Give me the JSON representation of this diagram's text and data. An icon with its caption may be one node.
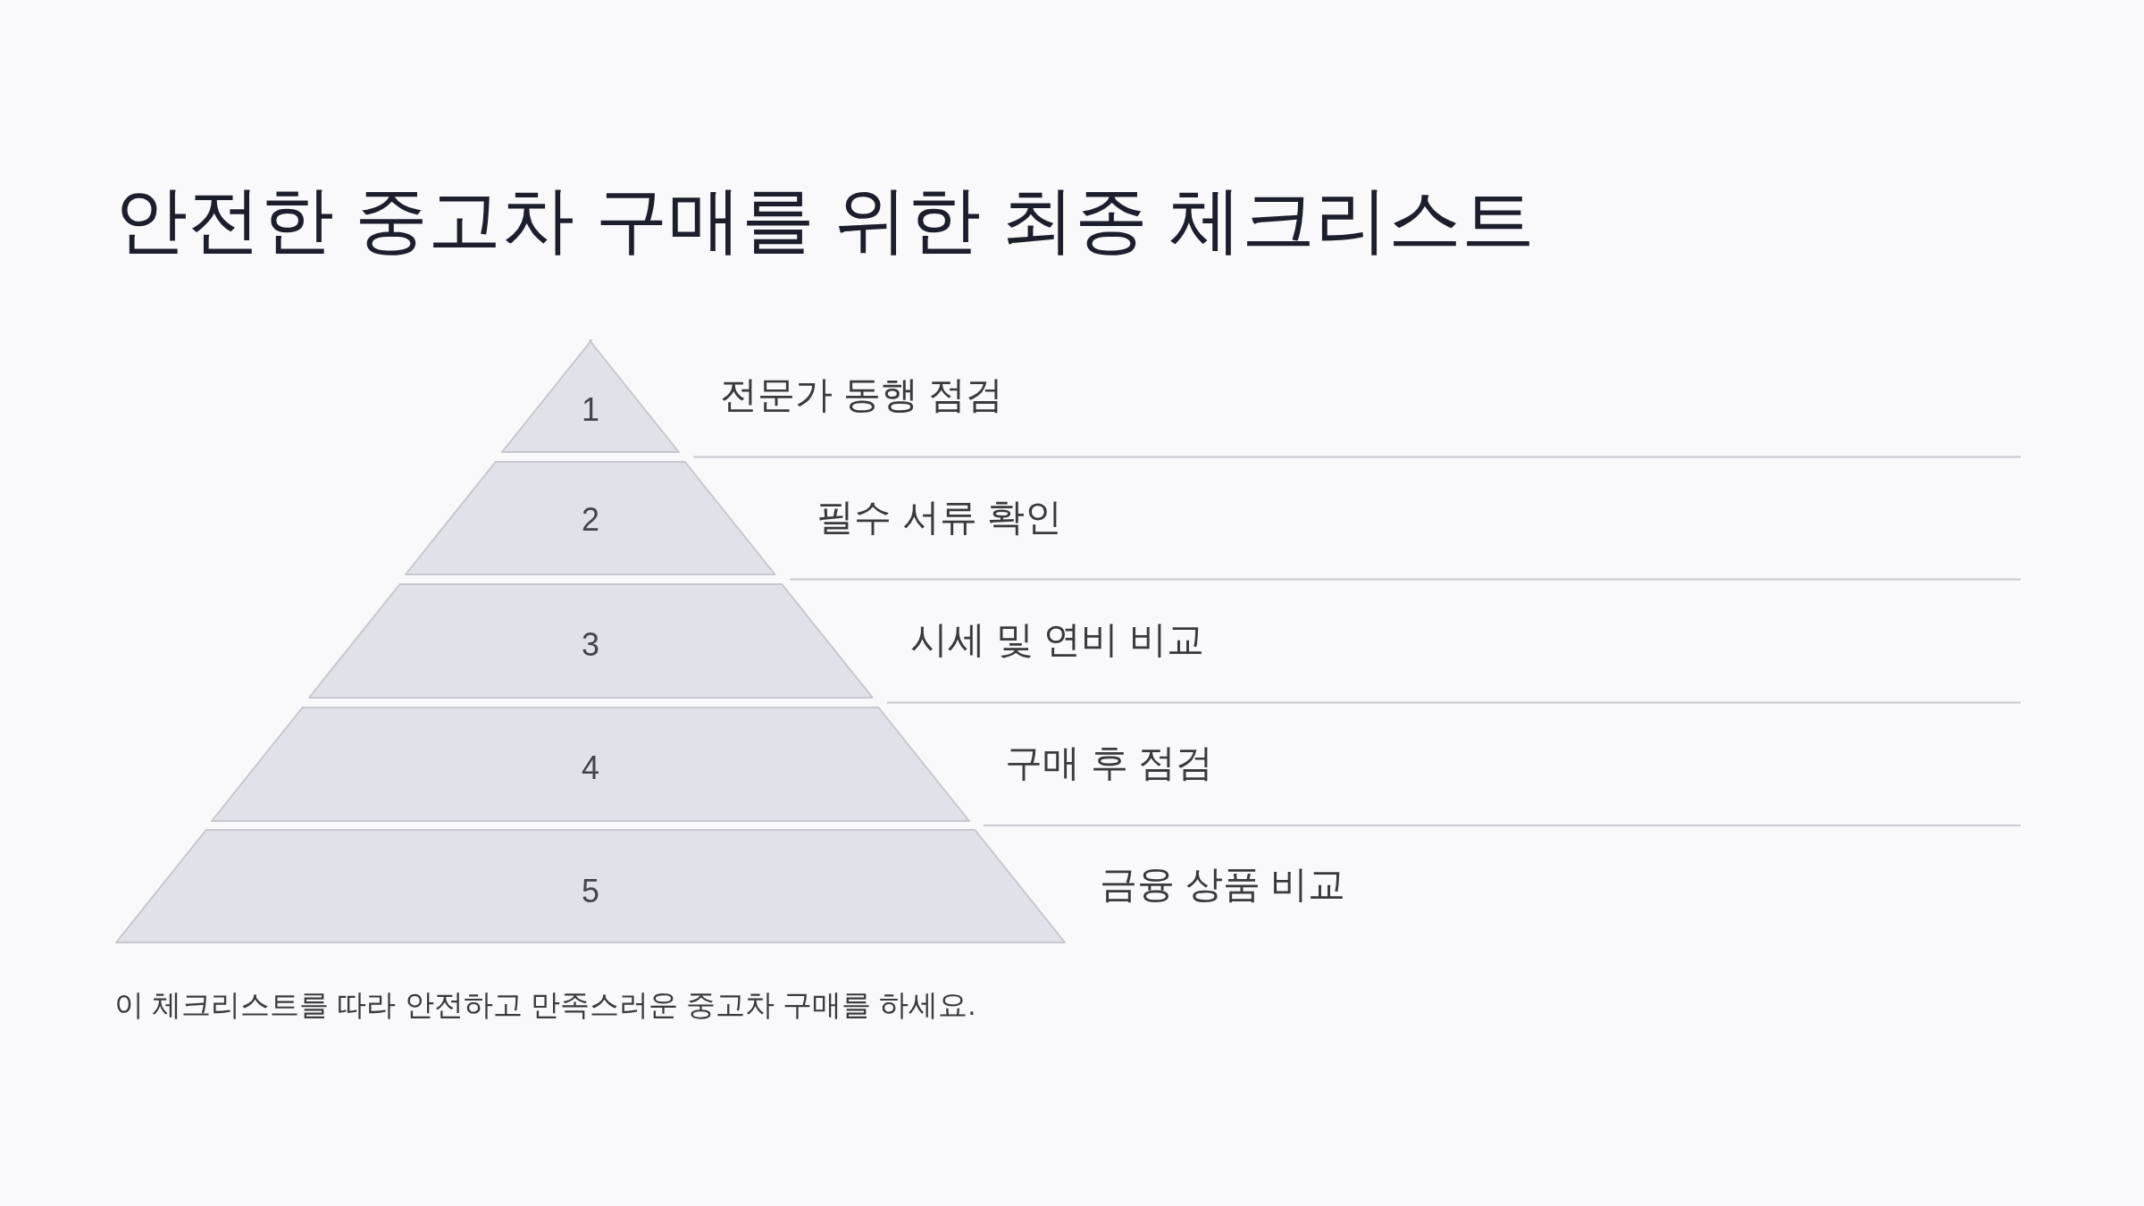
{
  "diagram": {
    "title": "안전한 중고차 구매를 위한 최종 체크리스트",
    "nodes": [
      {
        "text": [
          "1"
        ],
        "beside": [
          "전문가 동행 점검"
        ]
      },
      {
        "text": [
          "2"
        ],
        "beside": [
          "필수 서류 확인"
        ]
      },
      {
        "text": [
          "3"
        ],
        "beside": [
          "시세 및 연비 비교"
        ]
      },
      {
        "text": [
          "4"
        ],
        "beside": [
          "구매 후 점검"
        ]
      },
      {
        "text": [
          "5"
        ],
        "beside": [
          "금융 상품 비교"
        ]
      }
    ],
    "caption": "이 체크리스트를 따라 안전하고 만족스러운 중고차 구매를 하세요."
  }
}
